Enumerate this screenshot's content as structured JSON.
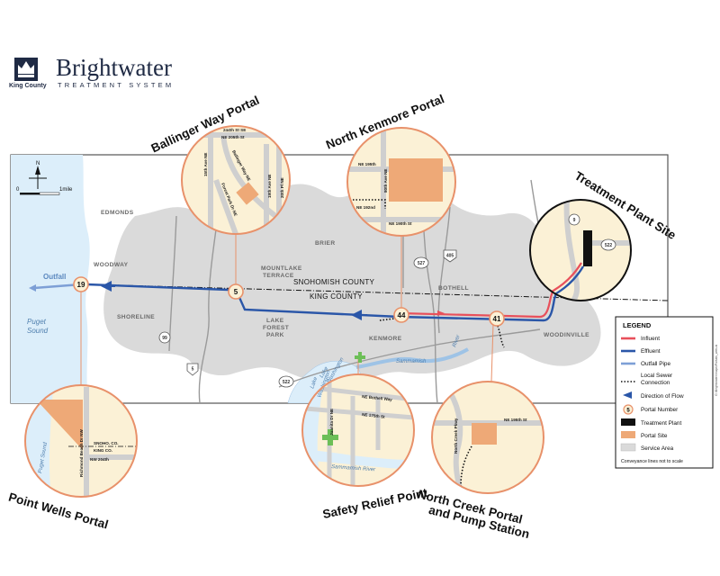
{
  "brand": {
    "name": "Brightwater",
    "subtitle": "TREATMENT SYSTEM",
    "agency": "King County",
    "logo_icon": "crown-icon"
  },
  "scale": {
    "zero": "0",
    "one": "1mile",
    "north": "N"
  },
  "boundary": {
    "north": "SNOHOMISH COUNTY",
    "south": "KING COUNTY"
  },
  "cities": [
    "EDMONDS",
    "WOODWAY",
    "SHORELINE",
    "BRIER",
    "MOUNTLAKE",
    "TERRACE",
    "LAKE",
    "FOREST",
    "PARK",
    "BOTHELL",
    "KENMORE",
    "WOODINVILLE"
  ],
  "water": {
    "sound1": "Puget",
    "sound2": "Sound",
    "lake1": "Lake",
    "lake2": "Washington",
    "river1": "Sammamish",
    "river2": "River",
    "outfall": "Outfall"
  },
  "highways": [
    "5",
    "99",
    "522",
    "527",
    "405",
    "5",
    "522",
    "9"
  ],
  "portals": {
    "p19": "19",
    "p5": "5",
    "p44": "44",
    "p41": "41"
  },
  "insets": {
    "ballinger": {
      "title": "Ballinger Way Portal",
      "streets": [
        "244th St SE",
        "NE 205th St",
        "15th Ave NE",
        "Ballinger Way NE",
        "Forest Park Dr NE",
        "19th Ave NE",
        "20th Pl NE"
      ]
    },
    "kenmore": {
      "title": "North Kenmore Portal",
      "streets": [
        "NE 195th",
        "80th Ave NE",
        "NE 192nd",
        "NE 190th St"
      ]
    },
    "plant": {
      "title": "Treatment Plant Site",
      "shields": [
        "9",
        "522"
      ]
    },
    "wells": {
      "title": "Point Wells Portal",
      "streets": [
        "Richmond Beach Dr NW",
        "SNOHO. CO.",
        "KING CO.",
        "NW 204th"
      ],
      "water": "Puget Sound"
    },
    "relief": {
      "title": "Safety Relief Point",
      "streets": [
        "NE Bothell Way",
        "NE 175th St",
        "Juanita Dr NE"
      ],
      "water1": "Lake",
      "water2": "Washington",
      "river": "Sammamish River"
    },
    "creek": {
      "title1": "North Creek Portal",
      "title2": "and Pump Station",
      "streets": [
        "NE 195th St",
        "North Creek Pkwy"
      ]
    }
  },
  "legend": {
    "title": "LEGEND",
    "items": [
      {
        "label": "Influent",
        "swatch": "influent"
      },
      {
        "label": "Effluent",
        "swatch": "effluent"
      },
      {
        "label": "Outfall Pipe",
        "swatch": "outfall"
      },
      {
        "label": "Local Sewer",
        "label2": "Connection",
        "swatch": "sewer"
      },
      {
        "label": "Direction of Flow",
        "swatch": "arrow"
      },
      {
        "label": "Portal Number",
        "swatch": "portal",
        "num": "5"
      },
      {
        "label": "Treatment Plant",
        "swatch": "plant"
      },
      {
        "label": "Portal Site",
        "swatch": "site"
      },
      {
        "label": "Service Area",
        "swatch": "area"
      }
    ],
    "note": "Conveyance lines not to scale"
  },
  "colors": {
    "influent": "#e8505b",
    "effluent": "#2a56a8",
    "outfall": "#7d9fd6",
    "water": "#dceefa",
    "service_area": "#dadada",
    "land": "#ffffff",
    "portal_site": "#eea977",
    "inset_land": "#fbf1d6",
    "portal_ring": "#e8916a"
  },
  "credit": "G:\\Brightwater\\maps\\Portals_web.ai"
}
